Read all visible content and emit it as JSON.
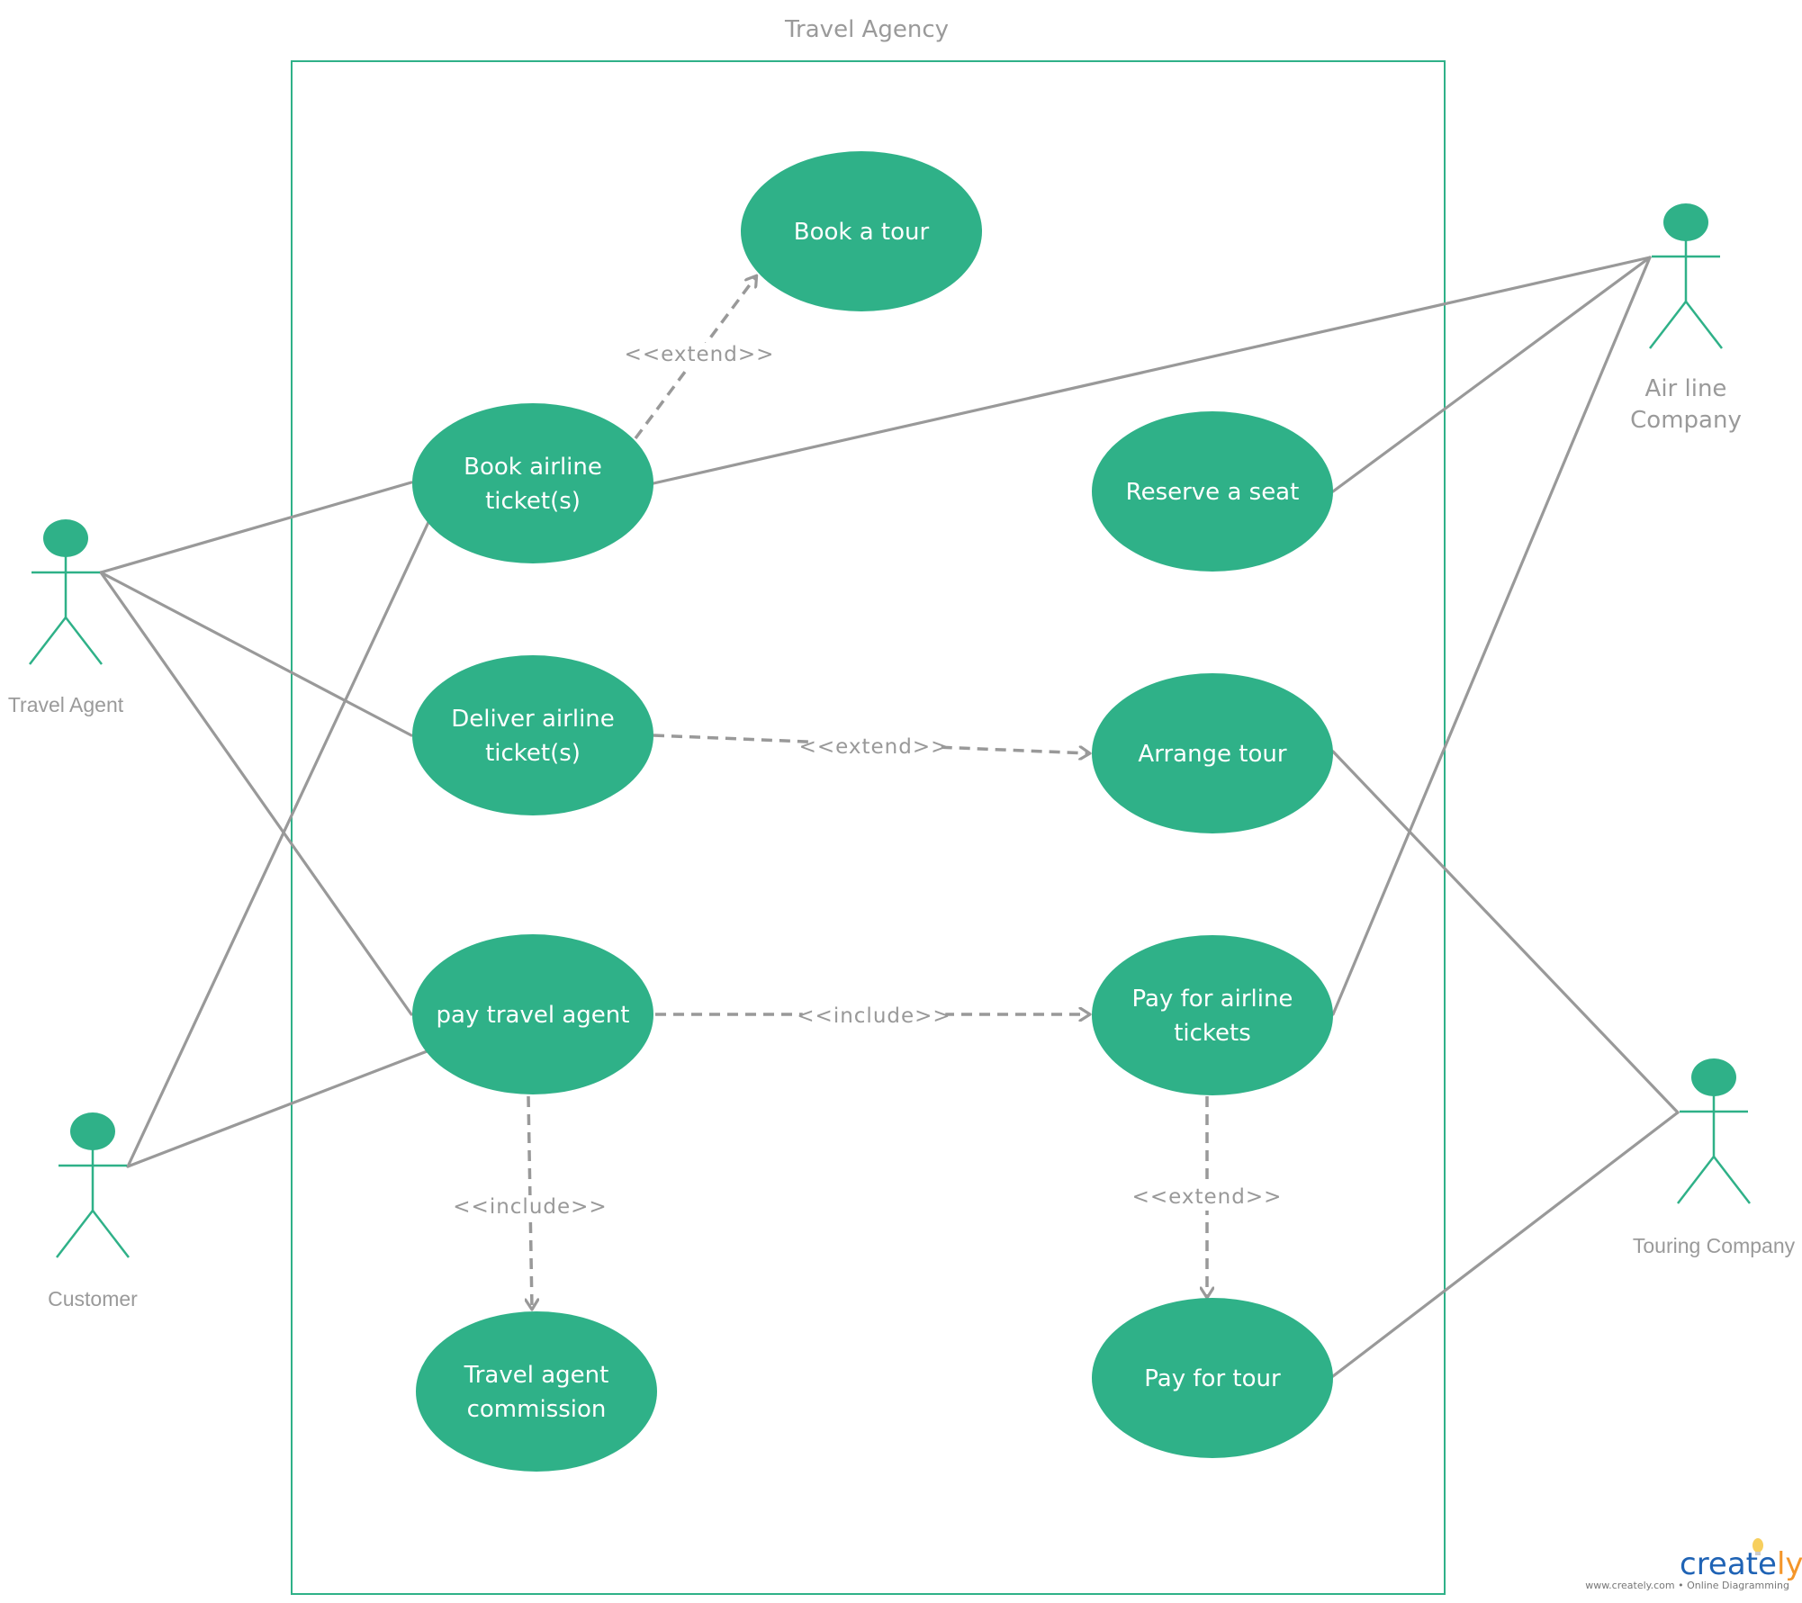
{
  "diagram": {
    "type": "uml-use-case",
    "system_boundary": {
      "title": "Travel Agency"
    },
    "colors": {
      "use_case_fill": "#2fb188",
      "boundary_stroke": "#2fb188",
      "actor_stroke": "#2fb188",
      "association_stroke": "#999999",
      "dependency_stroke": "#999999",
      "label_text": "#9a9a9a",
      "use_case_text": "#ffffff"
    },
    "actors": [
      {
        "id": "travel_agent",
        "label_lines": [
          "Travel Agent"
        ]
      },
      {
        "id": "customer",
        "label_lines": [
          "Customer"
        ]
      },
      {
        "id": "airline_company",
        "label_lines": [
          "Air line",
          "Company"
        ]
      },
      {
        "id": "touring_company",
        "label_lines": [
          "Touring Company"
        ]
      }
    ],
    "use_cases": [
      {
        "id": "book_tour",
        "label_lines": [
          "Book a tour"
        ]
      },
      {
        "id": "book_airline",
        "label_lines": [
          "Book airline",
          "ticket(s)"
        ]
      },
      {
        "id": "reserve_seat",
        "label_lines": [
          "Reserve a seat"
        ]
      },
      {
        "id": "deliver_airline",
        "label_lines": [
          "Deliver airline",
          "ticket(s)"
        ]
      },
      {
        "id": "arrange_tour",
        "label_lines": [
          "Arrange tour"
        ]
      },
      {
        "id": "pay_agent",
        "label_lines": [
          "pay travel agent"
        ]
      },
      {
        "id": "pay_airline",
        "label_lines": [
          "Pay for airline",
          "tickets"
        ]
      },
      {
        "id": "commission",
        "label_lines": [
          "Travel agent",
          "commission"
        ]
      },
      {
        "id": "pay_tour",
        "label_lines": [
          "Pay for tour"
        ]
      }
    ],
    "associations": [
      {
        "actor": "travel_agent",
        "use_case": "book_airline"
      },
      {
        "actor": "travel_agent",
        "use_case": "deliver_airline"
      },
      {
        "actor": "travel_agent",
        "use_case": "pay_agent"
      },
      {
        "actor": "customer",
        "use_case": "book_airline"
      },
      {
        "actor": "customer",
        "use_case": "pay_agent"
      },
      {
        "actor": "airline_company",
        "use_case": "book_airline"
      },
      {
        "actor": "airline_company",
        "use_case": "reserve_seat"
      },
      {
        "actor": "airline_company",
        "use_case": "pay_airline"
      },
      {
        "actor": "touring_company",
        "use_case": "arrange_tour"
      },
      {
        "actor": "touring_company",
        "use_case": "pay_tour"
      }
    ],
    "dependencies": [
      {
        "from": "book_airline",
        "to": "book_tour",
        "stereotype": "<<extend>>"
      },
      {
        "from": "deliver_airline",
        "to": "arrange_tour",
        "stereotype": "<<extend>>"
      },
      {
        "from": "pay_agent",
        "to": "pay_airline",
        "stereotype": "<<include>>"
      },
      {
        "from": "pay_agent",
        "to": "commission",
        "stereotype": "<<include>>"
      },
      {
        "from": "pay_airline",
        "to": "pay_tour",
        "stereotype": "<<extend>>"
      }
    ]
  },
  "watermark": {
    "logo_main": "create",
    "logo_accent": "ly",
    "tagline": "www.creately.com • Online Diagramming",
    "logo_blue": "#1f63b5",
    "logo_orange": "#f4962a",
    "bulb_color": "#f7cf5e"
  }
}
